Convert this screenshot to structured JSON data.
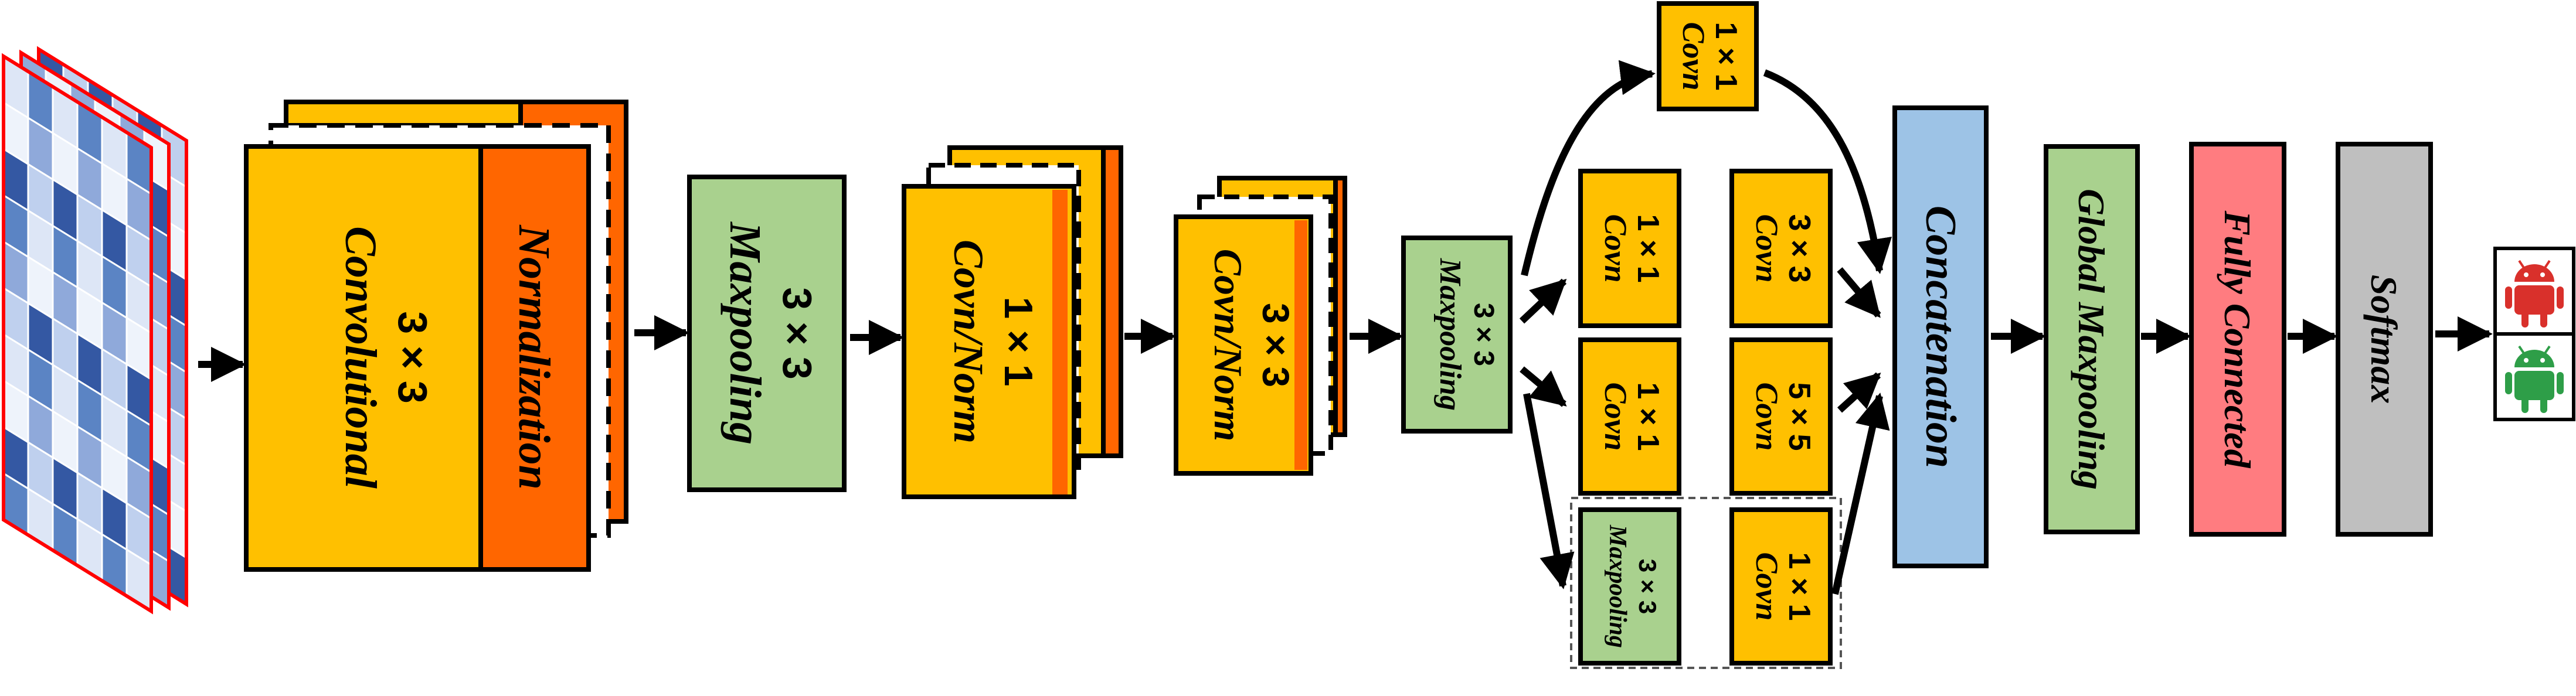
{
  "colors": {
    "conv": "#FFC000",
    "norm": "#FF6600",
    "pool": "#A9D18E",
    "concat": "#9DC3E6",
    "fc": "#FF7C80",
    "softmax": "#BFBFBF",
    "android_red": "#D9302B",
    "android_green": "#2E9E48",
    "input_border": "#FF0000"
  },
  "blocks": {
    "conv1": {
      "kernel": "3 × 3",
      "name": "Convolutional",
      "norm": "Normalization"
    },
    "pool1": {
      "kernel": "3 × 3",
      "name": "Maxpooling"
    },
    "conv2": {
      "kernel": "1 × 1",
      "name": "Covn/Norm"
    },
    "conv3": {
      "kernel": "3 × 3",
      "name": "Covn/Norm"
    },
    "pool2": {
      "kernel": "3 × 3",
      "name": "Maxpooling"
    },
    "inception": {
      "top": {
        "kernel": "1 × 1",
        "name": "Covn"
      },
      "b1a": {
        "kernel": "1 × 1",
        "name": "Covn"
      },
      "b1b": {
        "kernel": "3 × 3",
        "name": "Covn"
      },
      "b2a": {
        "kernel": "1 × 1",
        "name": "Covn"
      },
      "b2b": {
        "kernel": "5 × 5",
        "name": "Covn"
      },
      "b3a": {
        "kernel": "3 × 3",
        "name": "Maxpooling"
      },
      "b3b": {
        "kernel": "1 × 1",
        "name": "Covn"
      }
    },
    "concat": {
      "name": "Concatenation"
    },
    "gpool": {
      "name": "Global Maxpooling"
    },
    "fc": {
      "name": "Fully Connected"
    },
    "softmax": {
      "name": "Softmax"
    }
  },
  "outputs": [
    {
      "icon": "android-icon",
      "color": "#D9302B"
    },
    {
      "icon": "android-icon",
      "color": "#2E9E48"
    }
  ]
}
